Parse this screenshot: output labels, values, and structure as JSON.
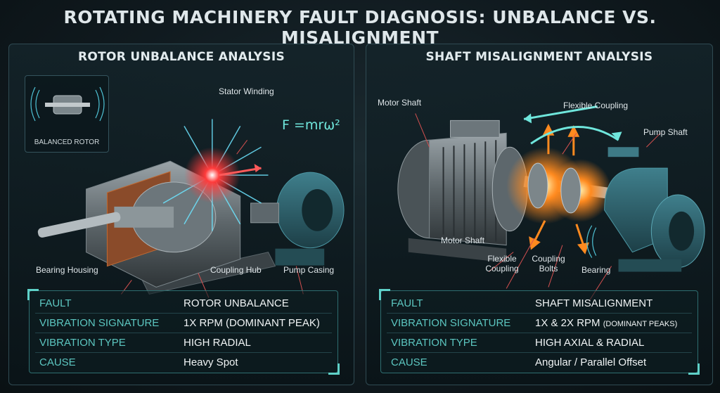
{
  "title": "ROTATING MACHINERY FAULT DIAGNOSIS: UNBALANCE VS. MISALIGNMENT",
  "left_panel": {
    "title": "ROTOR UNBALANCE ANALYSIS",
    "inset_label": "BALANCED ROTOR",
    "formula": "F =mrω²",
    "callouts": {
      "stator_winding": "Stator Winding",
      "bearing_housing": "Bearing Housing",
      "coupling_hub": "Coupling Hub",
      "pump_casing": "Pump Casing"
    },
    "table": [
      {
        "key": "FAULT",
        "value": "ROTOR UNBALANCE"
      },
      {
        "key": "VIBRATION SIGNATURE",
        "value": "1X RPM (DOMINANT PEAK)"
      },
      {
        "key": "VIBRATION TYPE",
        "value": "HIGH RADIAL"
      },
      {
        "key": "CAUSE",
        "value": "Heavy Spot"
      }
    ]
  },
  "right_panel": {
    "title": "SHAFT MISALIGNMENT ANALYSIS",
    "callouts": {
      "motor_shaft_top": "Motor Shaft",
      "flexible_coupling_top": "Flexible Coupling",
      "pump_shaft": "Pump Shaft",
      "motor_shaft_bottom": "Motor Shaft",
      "flexible_coupling_bottom": "Flexible Coupling",
      "coupling_bolts": "Coupling Bolts",
      "bearing": "Bearing"
    },
    "table": [
      {
        "key": "FAULT",
        "value": "SHAFT MISALIGNMENT"
      },
      {
        "key": "VIBRATION SIGNATURE",
        "value": "1X & 2X RPM",
        "value_small": "(DOMINANT PEAKS)"
      },
      {
        "key": "VIBRATION TYPE",
        "value": "HIGH AXIAL & RADIAL"
      },
      {
        "key": "CAUSE",
        "value": "Angular / Parallel Offset"
      }
    ]
  },
  "colors": {
    "accent": "#5fd1c8",
    "table_key": "#5cc6c0",
    "hotspot": "#ff3b3b",
    "heat": "#ff8a1f"
  }
}
